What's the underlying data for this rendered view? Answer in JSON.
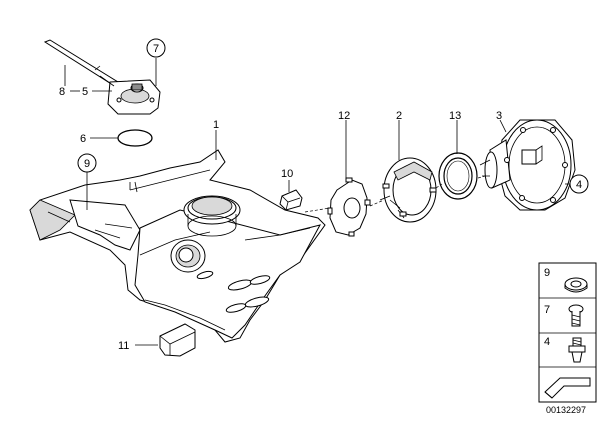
{
  "callouts": {
    "c1": "1",
    "c2": "2",
    "c3": "3",
    "c4": "4",
    "c5": "5",
    "c6": "6",
    "c7": "7",
    "c8": "8",
    "c9": "9",
    "c10": "10",
    "c11": "11",
    "c12": "12",
    "c13": "13"
  },
  "legend": {
    "n9": "9",
    "n7": "7",
    "n4": "4"
  },
  "reference_number": "00132297"
}
